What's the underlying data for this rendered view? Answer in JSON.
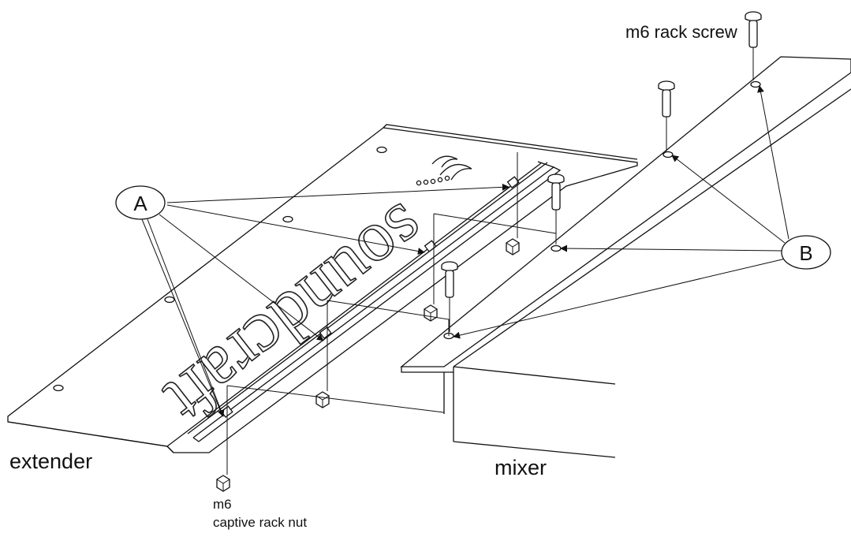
{
  "labels": {
    "extender": "extender",
    "mixer": "mixer",
    "rack_screw": "m6 rack screw",
    "captive_nut_line1": "m6",
    "captive_nut_line2": "captive rack nut"
  },
  "callouts": {
    "a": "A",
    "b": "B"
  },
  "logo_text": "soundcraft"
}
